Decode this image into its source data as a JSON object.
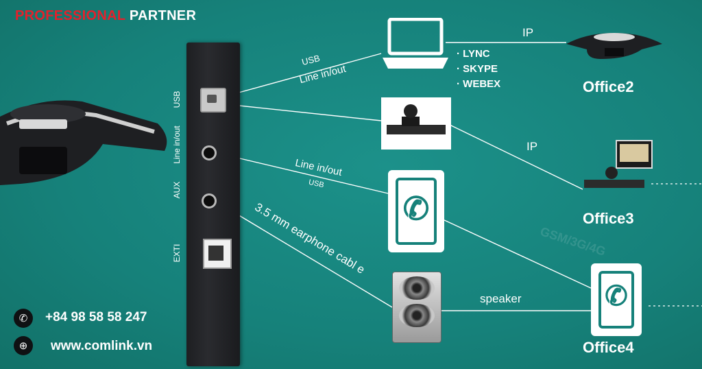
{
  "brand": {
    "part1": "PROFESSIONAL",
    "part2": "PARTNER"
  },
  "panel": {
    "ports": [
      "USB",
      "Line in/out",
      "AUX",
      "EXTI"
    ]
  },
  "connections": {
    "usb_line_1": "USB",
    "usb_line_2": "Line in/out",
    "line_1": "Line in/out",
    "line_2": "USB",
    "earphone": "3.5 mm earphone cabl e",
    "ip_top": "IP",
    "ip_mid": "IP",
    "speaker": "speaker"
  },
  "software": [
    "· LYNC",
    "· SKYPE",
    "· WEBEX"
  ],
  "offices": [
    "Office2",
    "Office3",
    "Office4"
  ],
  "watermark": "GSM/3G/4G",
  "contact": {
    "phone": "+84 98 58 58 247",
    "web": "www.comlink.vn"
  },
  "icons": {
    "phone": "phone-icon",
    "globe": "globe-icon"
  },
  "colors": {
    "background": "#18857c",
    "brand_red": "#e5202b",
    "line": "#ffffff"
  }
}
